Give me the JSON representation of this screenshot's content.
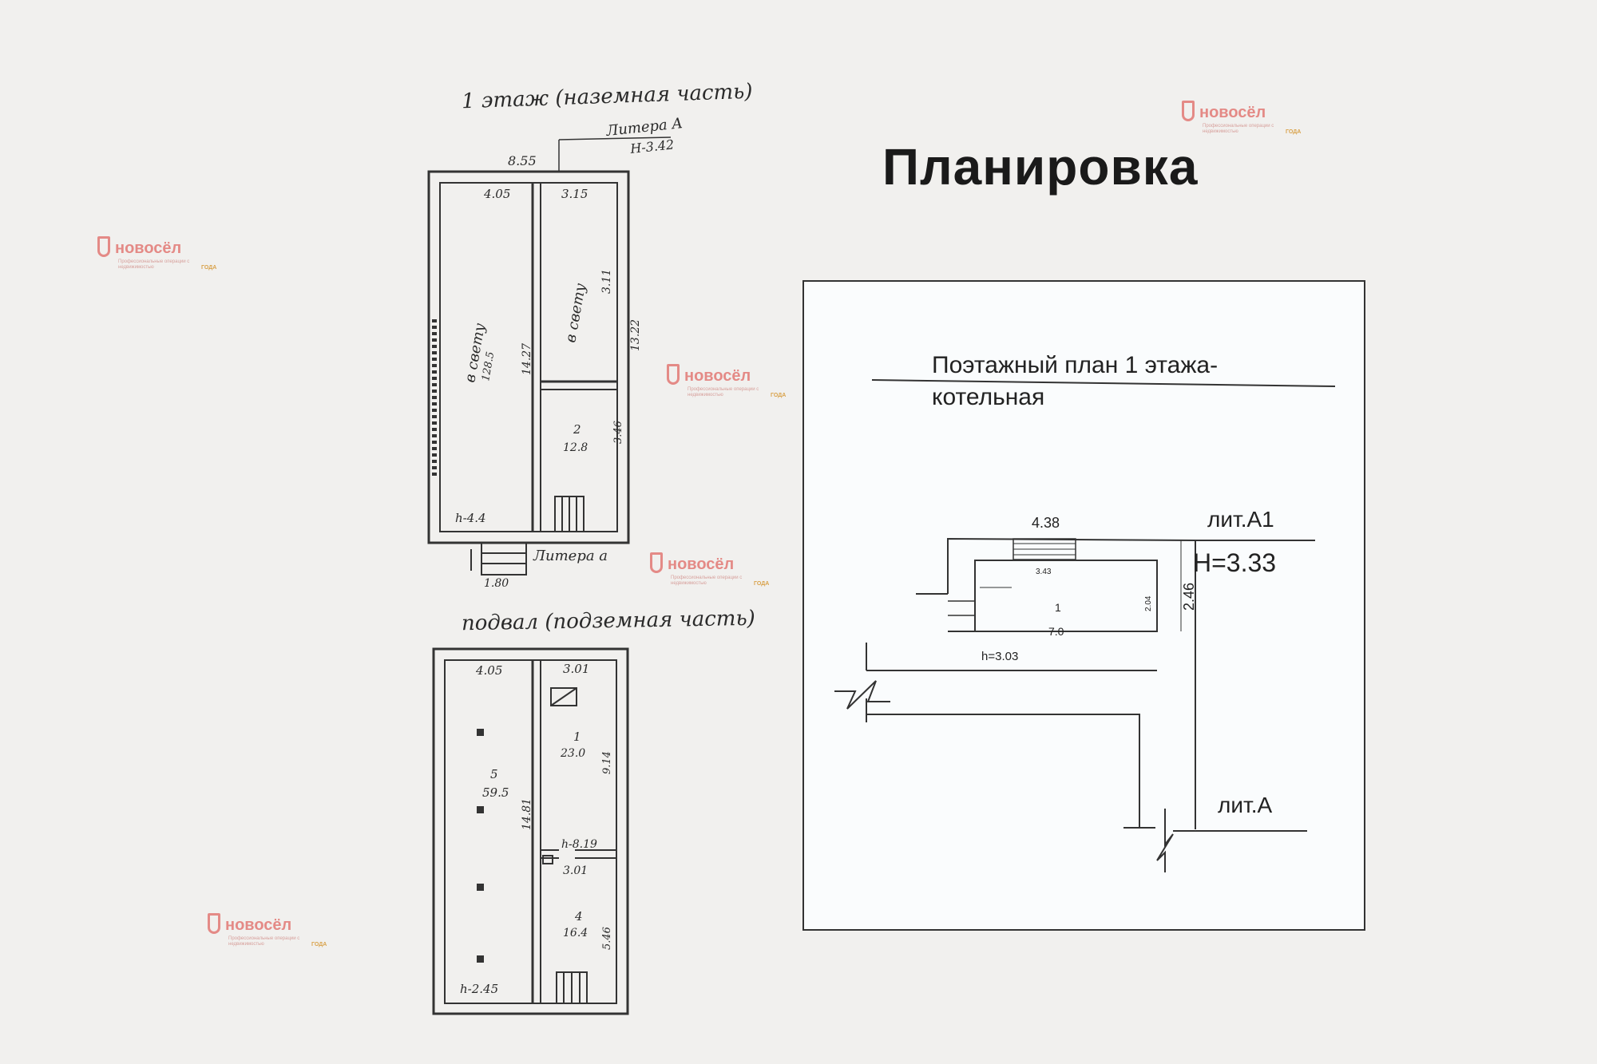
{
  "page": {
    "title": "Планировка"
  },
  "handwritten_plan": {
    "floor1_caption": "1 этаж (наземная часть)",
    "basement_caption": "подвал (подземная часть)",
    "floor1": {
      "litera_top": "Литера А",
      "height_top": "Н-3.42",
      "width_total": "8.55",
      "room_left_width": "4.05",
      "room_right_width": "3.15",
      "room_right_top_label": "в свету",
      "room_right_top_dim": "3.11",
      "length_total": "13.22",
      "room_left_label": "в свету",
      "room_left_area": "128.5",
      "room_left_length": "14.27",
      "room_right_bottom_num": "2",
      "room_right_bottom_area": "12.8",
      "room_right_bottom_dim": "3.46",
      "height_bottom": "h-4.4",
      "litera_bottom": "Литера а",
      "porch_width": "1.80"
    },
    "basement": {
      "room_left_width": "4.05",
      "room_right_width": "3.01",
      "room5_num": "5",
      "room5_area": "59.5",
      "length": "14.81",
      "room1_num": "1",
      "room1_area": "23.0",
      "room1_dim": "9.14",
      "dim_mid": "h-8.19",
      "dim_mid2": "3.01",
      "room4_num": "4",
      "room4_area": "16.4",
      "room4_dim": "5.46",
      "height": "h-2.45"
    }
  },
  "boiler_plan": {
    "title_line1": "Поэтажный план 1 этажа-",
    "title_line2": "котельная",
    "width": "4.38",
    "inner_width": "3.43",
    "litera_a1": "лит.А1",
    "height_big": "Н=3.33",
    "side_dim": "2.46",
    "inner_side_dim": "2.04",
    "room_num": "1",
    "room_area": "7.0",
    "room_height": "h=3.03",
    "litera_a": "лит.А"
  },
  "watermarks": {
    "brand": "новосёл",
    "subtitle": "Профессиональные операции с недвижимостью",
    "year_label": "ГОДА"
  }
}
